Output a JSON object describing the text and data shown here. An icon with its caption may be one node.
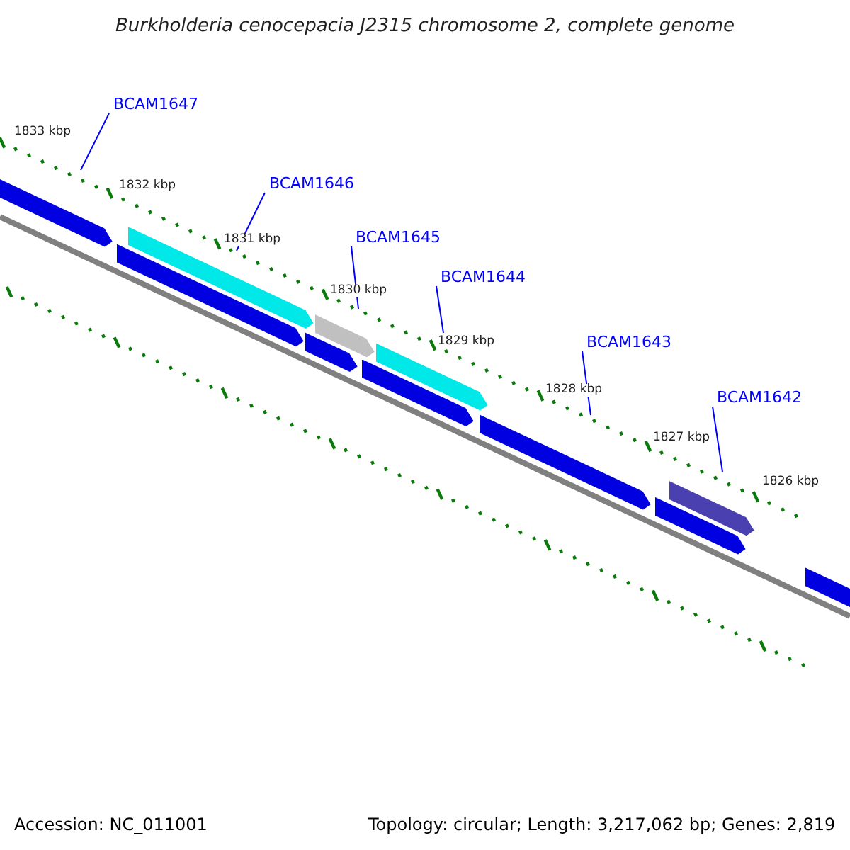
{
  "diagram": {
    "title": "Burkholderia cenocepacia J2315 chromosome 2, complete genome",
    "nodes": [
      {
        "text": [
          "BCAM1647"
        ]
      },
      {
        "text": [
          "BCAM1646"
        ]
      },
      {
        "text": [
          "BCAM1645"
        ]
      },
      {
        "text": [
          "BCAM1644"
        ]
      },
      {
        "text": [
          "BCAM1643"
        ]
      },
      {
        "text": [
          "BCAM1642"
        ]
      },
      {
        "text": [],
        "shape": "arrow"
      },
      {
        "text": [],
        "shape": "arrow"
      },
      {
        "text": [],
        "shape": "arrow"
      },
      {
        "text": [],
        "shape": "arrow"
      },
      {
        "text": [],
        "shape": "arrow"
      },
      {
        "text": [],
        "shape": "arrow"
      },
      {
        "text": [],
        "shape": "arrow"
      },
      {
        "text": [],
        "shape": "arrow"
      },
      {
        "text": [],
        "shape": "arrow"
      },
      {
        "text": [],
        "shape": "arrow"
      },
      {
        "text": [],
        "shape": "arrow"
      }
    ],
    "edges": [
      {
        "from": 0,
        "to": 6,
        "arrow": "none"
      },
      {
        "from": 1,
        "to": 7,
        "arrow": "none"
      },
      {
        "from": 2,
        "to": 9,
        "arrow": "none"
      },
      {
        "from": 3,
        "to": 11,
        "arrow": "none"
      },
      {
        "from": 4,
        "to": 13,
        "arrow": "none"
      },
      {
        "from": 5,
        "to": 14,
        "arrow": "none"
      }
    ],
    "labels": [
      "1833 kbp",
      "1832 kbp",
      "1831 kbp",
      "1830 kbp",
      "1829 kbp",
      "1828 kbp",
      "1827 kbp",
      "1826 kbp",
      "Accession: NC_011001",
      "Topology: circular; Length: 3,217,062 bp; Genes: 2,819"
    ]
  }
}
